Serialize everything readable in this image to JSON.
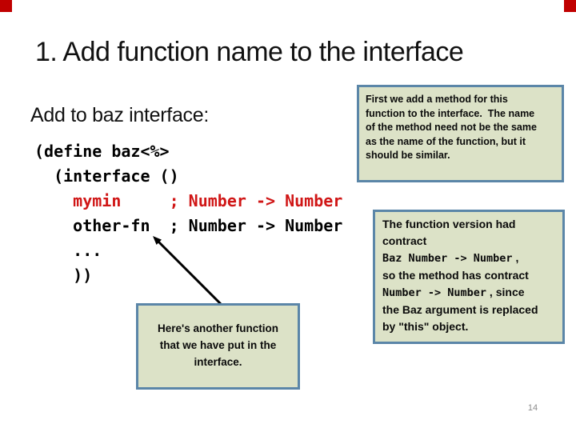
{
  "slide": {
    "title": "1. Add function name to the interface",
    "page_number": "14"
  },
  "content": {
    "subheading": "Add to baz interface:",
    "code": {
      "language_hint": "scheme-interface-definition",
      "lines": [
        {
          "segments": [
            {
              "text": "(define baz<%>"
            }
          ]
        },
        {
          "segments": [
            {
              "text": "  (interface ()"
            }
          ]
        },
        {
          "cls": "red",
          "segments": [
            {
              "text": "    mymin     ; Number -> Number"
            }
          ]
        },
        {
          "segments": [
            {
              "text": "    other-fn  ; Number -> Number"
            }
          ]
        },
        {
          "segments": [
            {
              "text": "    ..."
            }
          ]
        },
        {
          "segments": [
            {
              "text": "    ))"
            }
          ]
        }
      ]
    }
  },
  "callouts": {
    "box1": {
      "lines": [
        {
          "segments": [
            {
              "text": "First we add a method for this"
            }
          ]
        },
        {
          "segments": [
            {
              "text": "function to the interface.  The name"
            }
          ]
        },
        {
          "segments": [
            {
              "text": "of the method need not be the same"
            }
          ]
        },
        {
          "segments": [
            {
              "text": "as the name of the function, but it"
            }
          ]
        },
        {
          "segments": [
            {
              "text": "should be similar."
            }
          ]
        }
      ]
    },
    "box2": {
      "lines": [
        {
          "segments": [
            {
              "text": "The function version had"
            }
          ]
        },
        {
          "segments": [
            {
              "text": "contract"
            }
          ]
        },
        {
          "segments": [
            {
              "text": "Baz Number -> Number",
              "cls": "code-seg"
            },
            {
              "text": " ,"
            }
          ]
        },
        {
          "segments": [
            {
              "text": "so the method has contract"
            }
          ]
        },
        {
          "segments": [
            {
              "text": "Number -> Number",
              "cls": "code-seg"
            },
            {
              "text": " , since"
            }
          ]
        },
        {
          "segments": [
            {
              "text": "the Baz argument is replaced"
            }
          ]
        },
        {
          "segments": [
            {
              "text": "by \"this\" object."
            }
          ]
        }
      ]
    },
    "box3": {
      "lines": [
        {
          "segments": [
            {
              "text": "Here's another function"
            }
          ]
        },
        {
          "segments": [
            {
              "text": "that we have put in the"
            }
          ]
        },
        {
          "segments": [
            {
              "text": "interface."
            }
          ]
        }
      ]
    }
  },
  "colors": {
    "corner_marker": "#c00000",
    "code_highlight_red": "#d01616",
    "callout_fill": "#dce2c7",
    "callout_border": "#5b86a8",
    "page_number_gray": "#8c8c8c"
  }
}
